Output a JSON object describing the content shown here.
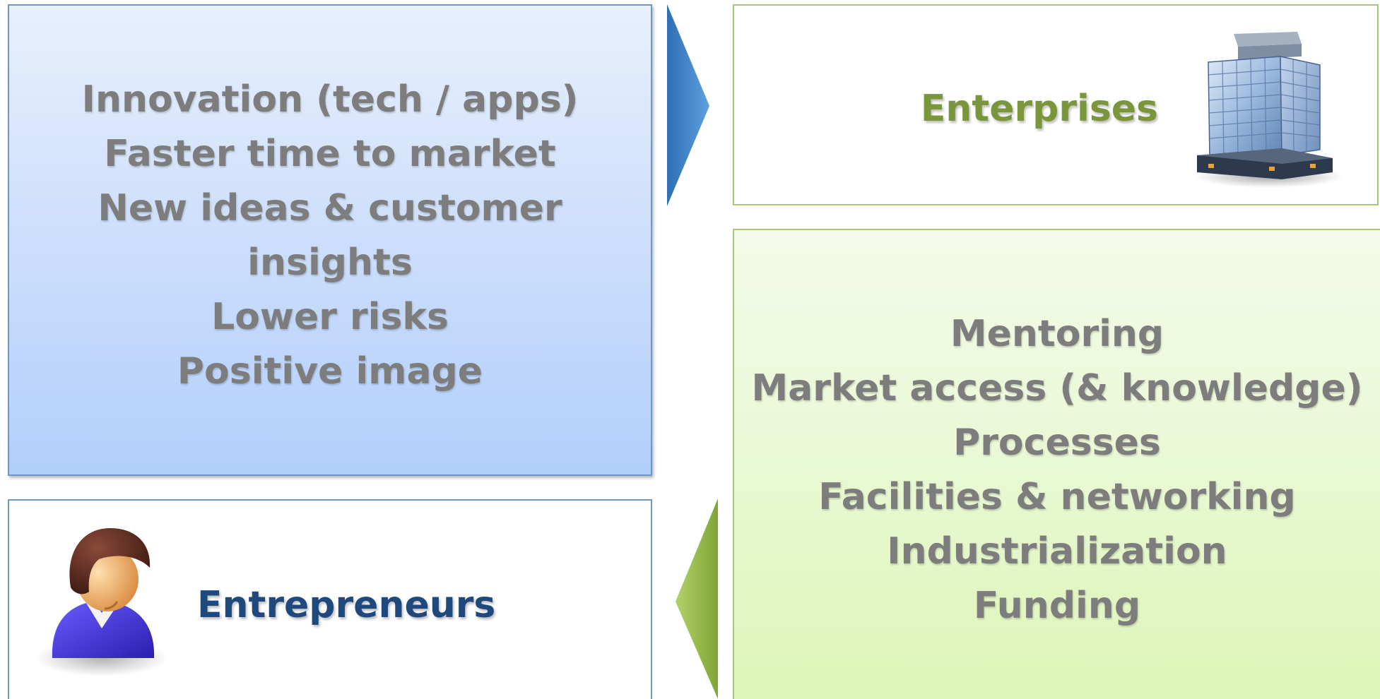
{
  "enterprises": {
    "label": "Enterprises",
    "icon": "office-building-icon",
    "color": "#79973a"
  },
  "entrepreneurs": {
    "label": "Entrepreneurs",
    "icon": "person-icon",
    "color": "#1f497d"
  },
  "benefits_for_enterprises": {
    "items": [
      "Innovation (tech / apps)",
      "Faster time to market",
      "New ideas & customer insights",
      "Lower risks",
      "Positive image"
    ]
  },
  "benefits_for_entrepreneurs": {
    "items": [
      "Mentoring",
      "Market access (& knowledge)",
      "Processes",
      "Facilities & networking",
      "Industrialization",
      "Funding"
    ]
  },
  "colors": {
    "blue_border": "#6f96c6",
    "green_border": "#a9c77a",
    "text_gray": "#7d7d7d",
    "blue_arrow": "#4a86c8",
    "green_arrow": "#8fb542"
  }
}
